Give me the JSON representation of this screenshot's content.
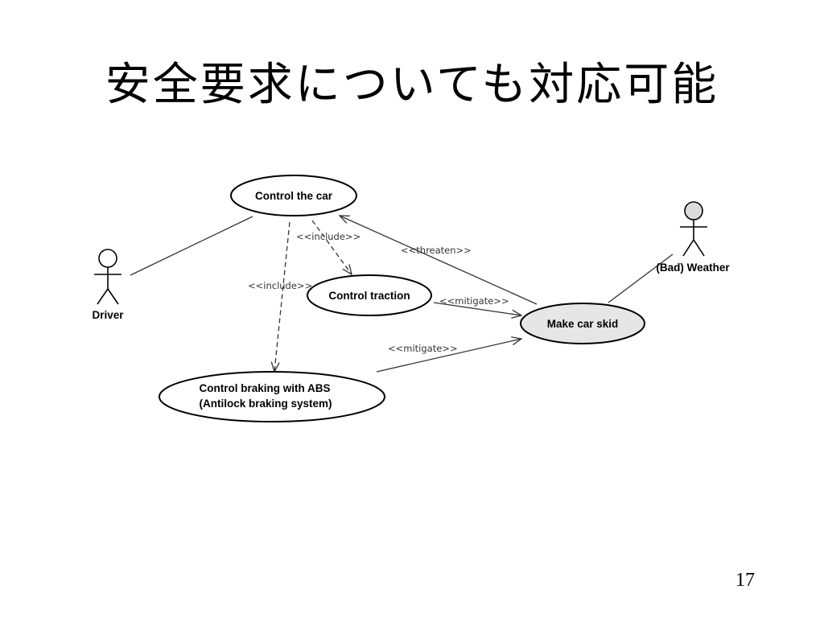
{
  "slide": {
    "title": "安全要求についても対応可能",
    "page_number": "17"
  },
  "diagram": {
    "actors": {
      "driver": "Driver",
      "weather": "(Bad) Weather"
    },
    "use_cases": {
      "control_car": "Control the car",
      "control_traction": "Control traction",
      "make_car_skid": "Make car skid",
      "control_braking_line1": "Control braking with ABS",
      "control_braking_line2": "(Antilock braking system)"
    },
    "stereotypes": {
      "include_traction": "<<include>>",
      "include_braking": "<<include>>",
      "threaten": "<<threaten>>",
      "mitigate_traction": "<<mitigate>>",
      "mitigate_braking": "<<mitigate>>"
    }
  }
}
